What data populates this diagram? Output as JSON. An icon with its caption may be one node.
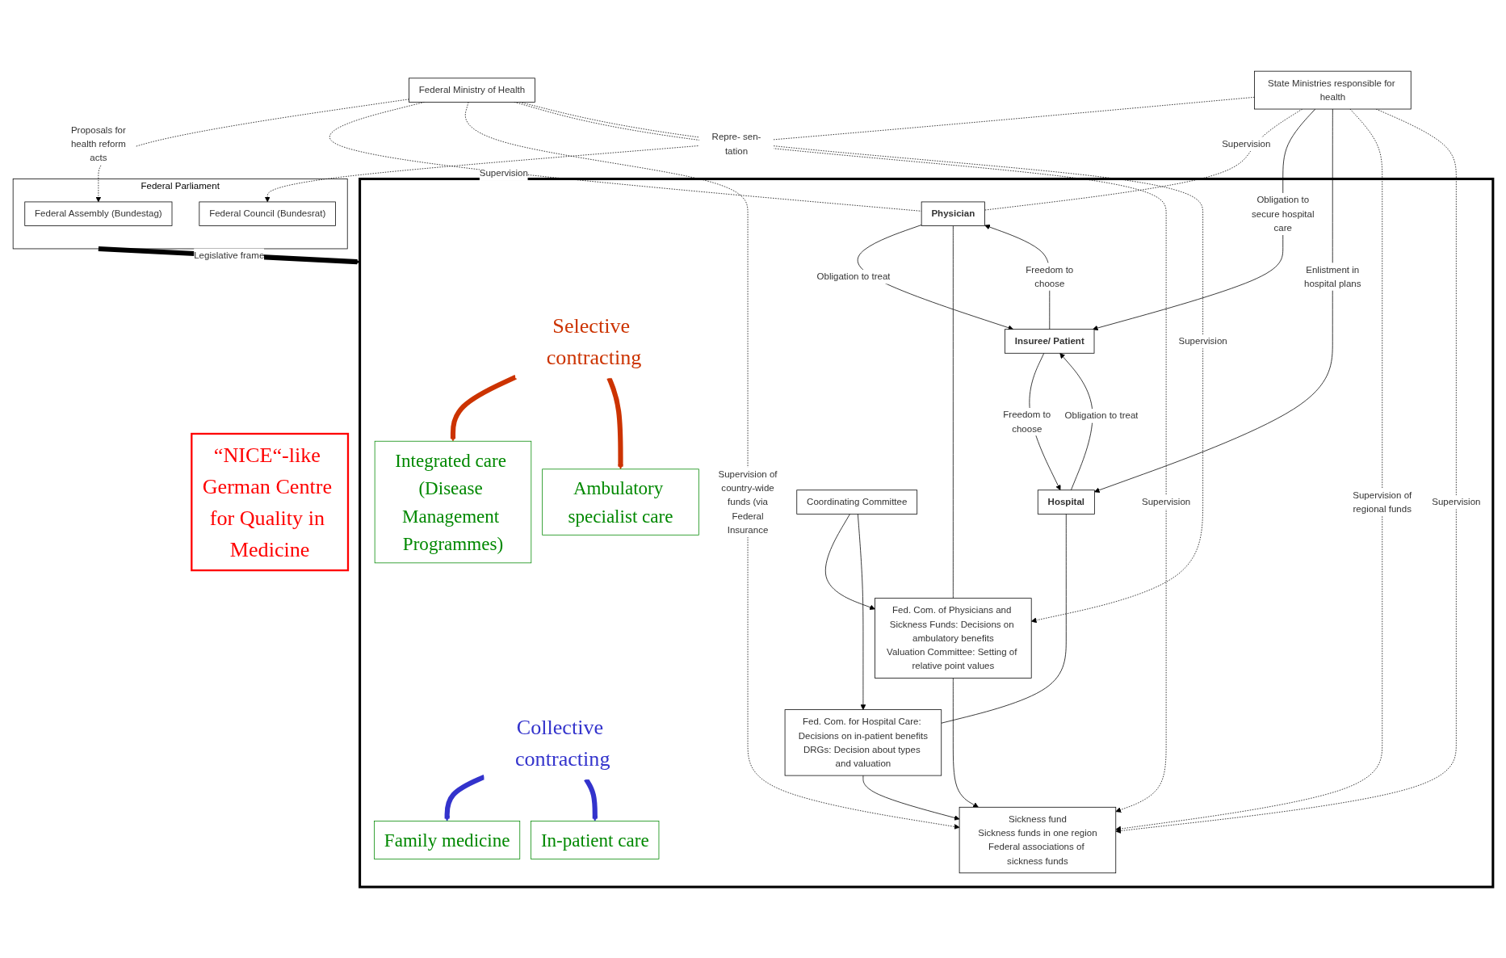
{
  "diagram": {
    "nodes": [
      {
        "text": [
          "Federal Ministry of Health"
        ]
      },
      {
        "text": [
          "Federal Parliament"
        ]
      },
      {
        "text": [
          "Federal Assembly (Bundestag)"
        ],
        "in": 1
      },
      {
        "text": [
          "Federal Council (Bundesrat)"
        ],
        "in": 1
      },
      {
        "text": [
          "State Ministries responsible for health"
        ]
      },
      {
        "text": [],
        "shape": "box"
      },
      {
        "text": [
          "Insuree/ Patient"
        ],
        "in": 5
      },
      {
        "text": [
          "Physician"
        ],
        "in": 5
      },
      {
        "text": [
          "Hospital"
        ],
        "in": 5
      },
      {
        "text": [
          "Family medicine"
        ],
        "in": 5
      },
      {
        "text": [
          "Ambulatory specialist care"
        ],
        "in": 5
      },
      {
        "text": [
          "In-patient care"
        ],
        "in": 5
      },
      {
        "text": [
          "Integrated care (Disease Management Programmes)"
        ],
        "in": 5
      },
      {
        "text": [
          "Collective contracting"
        ],
        "in": 5
      },
      {
        "text": [
          "Selective contracting"
        ],
        "in": 5
      },
      {
        "text": [
          "Sickness fund",
          "Sickness funds in one region",
          "Federal associations of sickness funds"
        ],
        "in": 5
      },
      {
        "text": [
          "Fed. Com. of Physicians and Sickness Funds: Decisions on ambulatory benefits",
          "Valuation Committee: Setting of relative point values"
        ],
        "in": 5
      },
      {
        "text": [
          "Coordinating Committee"
        ],
        "in": 5
      },
      {
        "text": [
          "Fed. Com. for Hospital Care: Decisions on in-patient benefits",
          "DRGs: Decision about types and valuation"
        ],
        "in": 5
      },
      {
        "text": [
          "“NICE“-like German Centre for Quality in Medicine"
        ]
      }
    ],
    "edges": [
      {
        "from": 0,
        "to": 2,
        "arrow": "to",
        "style": "dashed",
        "label": "Proposals for health reform acts"
      },
      {
        "from": 4,
        "to": 3,
        "arrow": "to",
        "style": "dashed",
        "label": "Repre- sen- tation"
      },
      {
        "from": 1,
        "to": 5,
        "arrow": "to",
        "style": "thick",
        "label": "Legislative frame"
      },
      {
        "from": 4,
        "to": 7,
        "arrow": "none",
        "style": "dashed",
        "label": "Supervision"
      },
      {
        "from": 4,
        "to": 6,
        "arrow": "to",
        "label": "Obligation to secure hospital care"
      },
      {
        "from": 4,
        "to": 8,
        "arrow": "to",
        "label": "Enlistment in hospital plans"
      },
      {
        "from": 7,
        "to": 6,
        "arrow": "to",
        "label": "Obligation to treat"
      },
      {
        "from": 6,
        "to": 7,
        "arrow": "to",
        "label": "Freedom to choose"
      },
      {
        "from": 8,
        "to": 6,
        "arrow": "to",
        "label": "Obligation to treat"
      },
      {
        "from": 6,
        "to": 8,
        "arrow": "to",
        "label": "Freedom to choose"
      },
      {
        "from": 13,
        "to": 9,
        "arrow": "to",
        "style": "thick",
        "color": "#3333cc"
      },
      {
        "from": 13,
        "to": 11,
        "arrow": "to",
        "style": "thick",
        "color": "#3333cc"
      },
      {
        "from": 14,
        "to": 12,
        "arrow": "to",
        "style": "thick",
        "color": "#cc3300"
      },
      {
        "from": 14,
        "to": 10,
        "arrow": "to",
        "style": "thick",
        "color": "#cc3300"
      },
      {
        "from": 0,
        "to": 7,
        "arrow": "none",
        "style": "dashed",
        "label": "Supervision"
      },
      {
        "from": 0,
        "to": 15,
        "arrow": "to",
        "style": "dashed",
        "label": "Supervision of country-wide funds (via Federal Insurance"
      },
      {
        "from": 0,
        "to": 15,
        "arrow": "to",
        "style": "dashed",
        "label": "Supervision"
      },
      {
        "from": 0,
        "to": 16,
        "arrow": "to",
        "style": "dashed",
        "label": "Supervision"
      },
      {
        "from": 4,
        "to": 15,
        "arrow": "to",
        "style": "dashed",
        "label": "Supervision of regional funds"
      },
      {
        "from": 4,
        "to": 15,
        "arrow": "to",
        "style": "dashed",
        "label": "Supervision"
      },
      {
        "from": 7,
        "to": 16,
        "arrow": "none"
      },
      {
        "from": 8,
        "to": 18,
        "arrow": "none"
      },
      {
        "from": 16,
        "to": 15,
        "arrow": "to"
      },
      {
        "from": 18,
        "to": 15,
        "arrow": "to"
      },
      {
        "from": 17,
        "to": 16,
        "arrow": "to"
      },
      {
        "from": 17,
        "to": 18,
        "arrow": "to"
      }
    ]
  }
}
